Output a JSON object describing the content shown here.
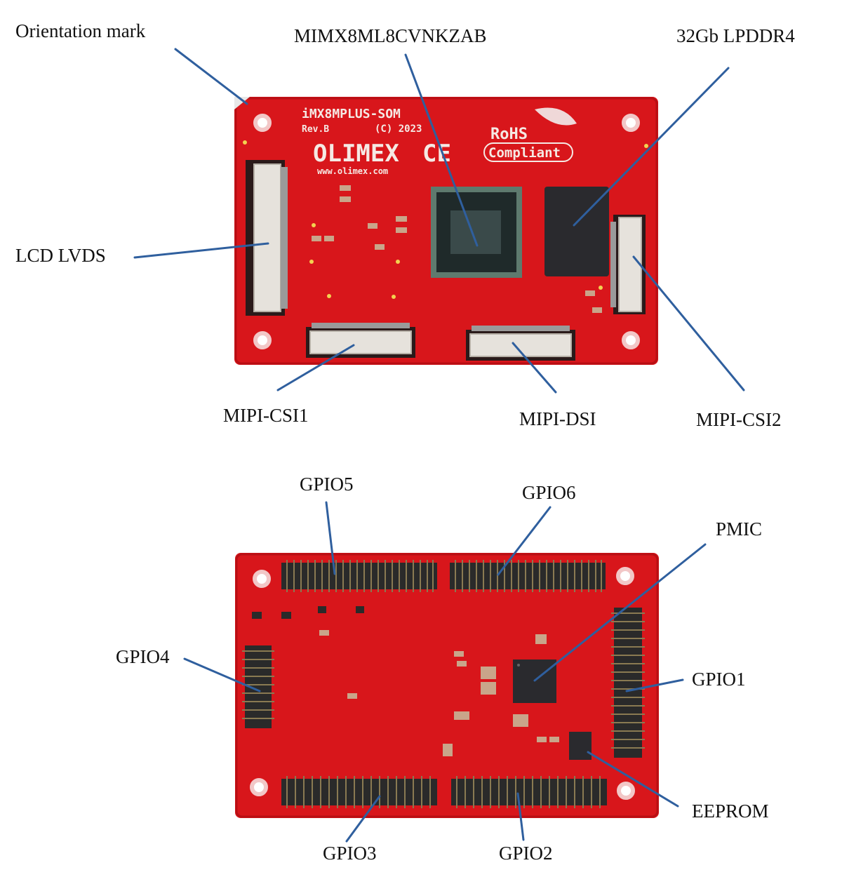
{
  "top_view": {
    "silkscreen": {
      "board_name": "iMX8MPLUS-SOM",
      "rev": "Rev.B",
      "copyright": "(C) 2023",
      "brand": "OLIMEX",
      "url": "www.olimex.com",
      "rohs": "RoHS",
      "compliant": "Compliant",
      "ce": "CE"
    },
    "labels": {
      "orientation_mark": "Orientation mark",
      "cpu": "MIMX8ML8CVNKZAB",
      "ram": "32Gb LPDDR4",
      "lcd_lvds": "LCD LVDS",
      "mipi_csi1": "MIPI-CSI1",
      "mipi_dsi": "MIPI-DSI",
      "mipi_csi2": "MIPI-CSI2"
    }
  },
  "bottom_view": {
    "labels": {
      "gpio5": "GPIO5",
      "gpio6": "GPIO6",
      "pmic": "PMIC",
      "gpio4": "GPIO4",
      "gpio1": "GPIO1",
      "eeprom": "EEPROM",
      "gpio3": "GPIO3",
      "gpio2": "GPIO2"
    }
  },
  "colors": {
    "pcb": "#d8161b",
    "pcb_dark": "#b80f14",
    "leader_line": "#2f5f9e",
    "chip": "#1f2a2a",
    "connector": "#e6e2dc",
    "header": "#2a2a2a"
  }
}
